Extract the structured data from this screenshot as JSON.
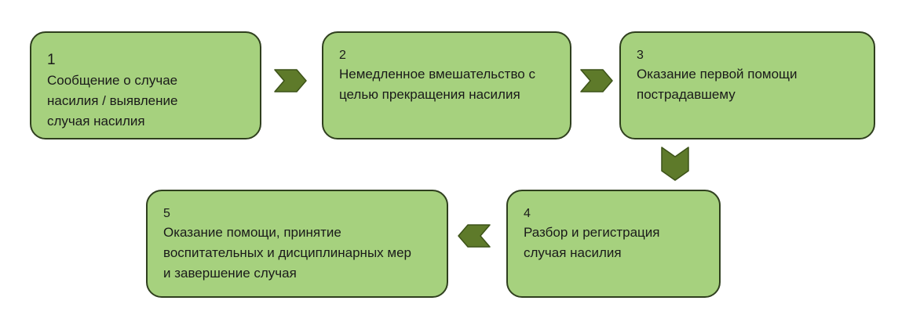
{
  "colors": {
    "box_fill": "#a6d17e",
    "box_border": "#2f3f1e",
    "arrow_fill": "#5e7a2a",
    "arrow_stroke": "#3c5218"
  },
  "steps": [
    {
      "number": "1",
      "text": "Сообщение о случае насилия / выявление случая насилия"
    },
    {
      "number": "2",
      "text": "Немедленное вмешательство с целью прекращения насилия"
    },
    {
      "number": "3",
      "text": "Оказание первой помощи пострадавшему"
    },
    {
      "number": "4",
      "text": "Разбор и регистрация случая насилия"
    },
    {
      "number": "5",
      "text": "Оказание помощи, принятие воспитательных и дисциплинарных мер и завершение случая"
    }
  ]
}
